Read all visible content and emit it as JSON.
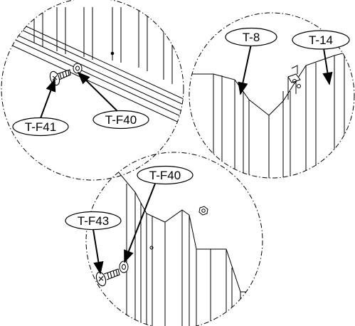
{
  "callouts": {
    "detail_a": {
      "screw": "T-F41",
      "washer": "T-F40"
    },
    "detail_b": {
      "panel_left": "T-8",
      "panel_right": "T-14"
    },
    "detail_c": {
      "washer": "T-F40",
      "screw": "T-F43"
    }
  }
}
